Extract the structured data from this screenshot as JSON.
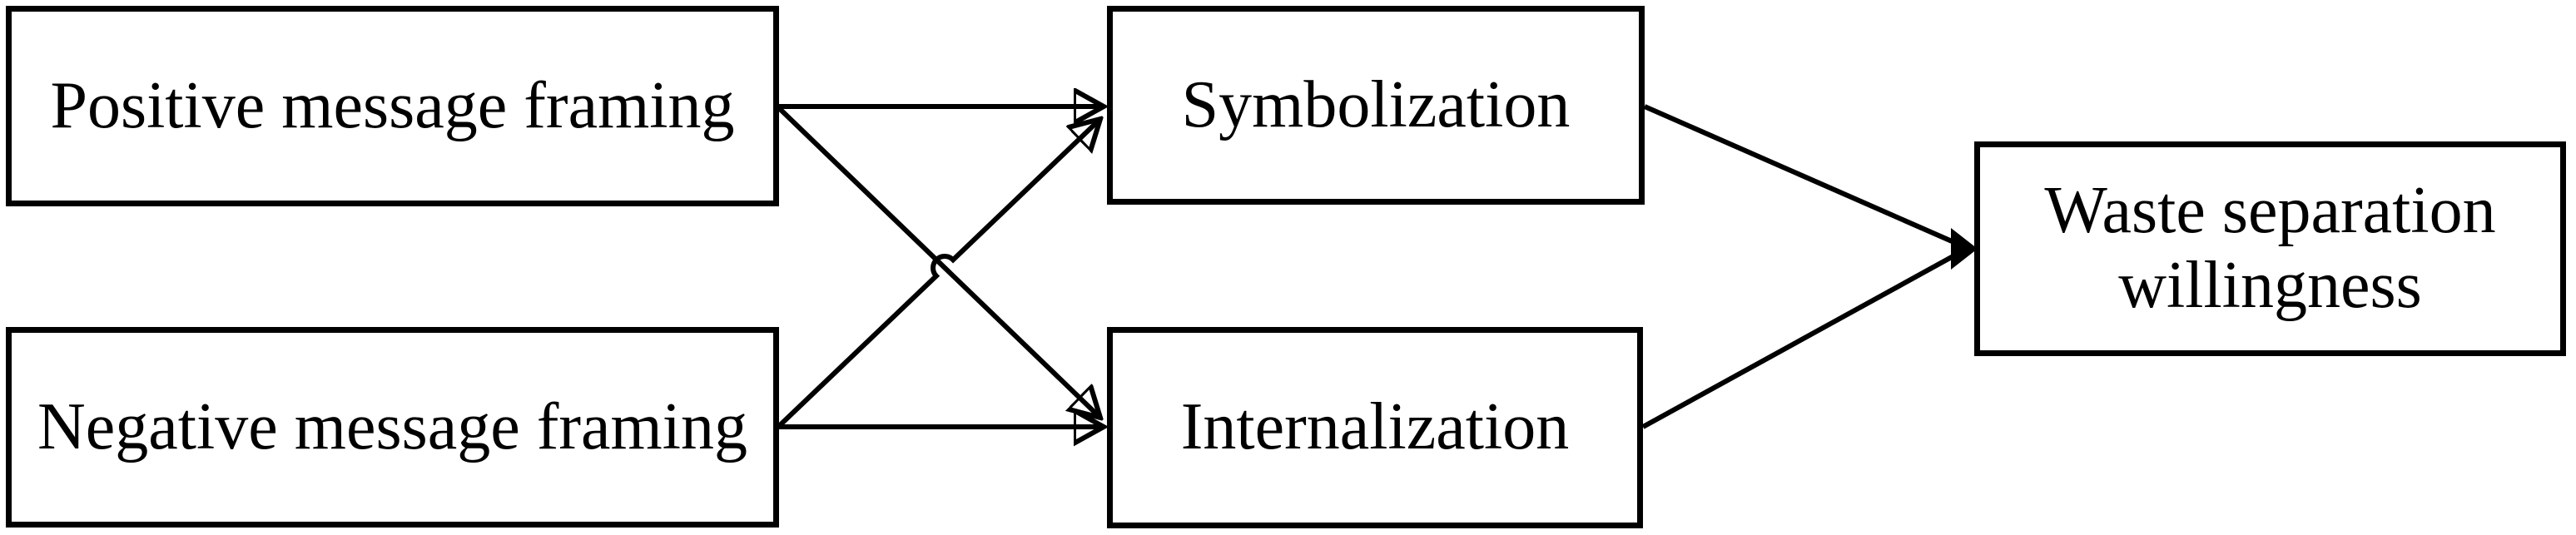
{
  "figure": {
    "background_color": "#ffffff",
    "stroke_color": "#000000",
    "nodes": [
      {
        "id": "positive-message-framing",
        "label": "Positive message framing"
      },
      {
        "id": "negative-message-framing",
        "label": "Negative message framing"
      },
      {
        "id": "symbolization",
        "label": "Symbolization"
      },
      {
        "id": "internalization",
        "label": "Internalization"
      },
      {
        "id": "waste-separation-willingness",
        "label": "Waste separation willingness"
      }
    ],
    "edges": [
      {
        "from": "positive-message-framing",
        "to": "symbolization"
      },
      {
        "from": "positive-message-framing",
        "to": "internalization"
      },
      {
        "from": "negative-message-framing",
        "to": "symbolization"
      },
      {
        "from": "negative-message-framing",
        "to": "internalization"
      },
      {
        "from": "symbolization",
        "to": "waste-separation-willingness"
      },
      {
        "from": "internalization",
        "to": "waste-separation-willingness"
      }
    ]
  }
}
